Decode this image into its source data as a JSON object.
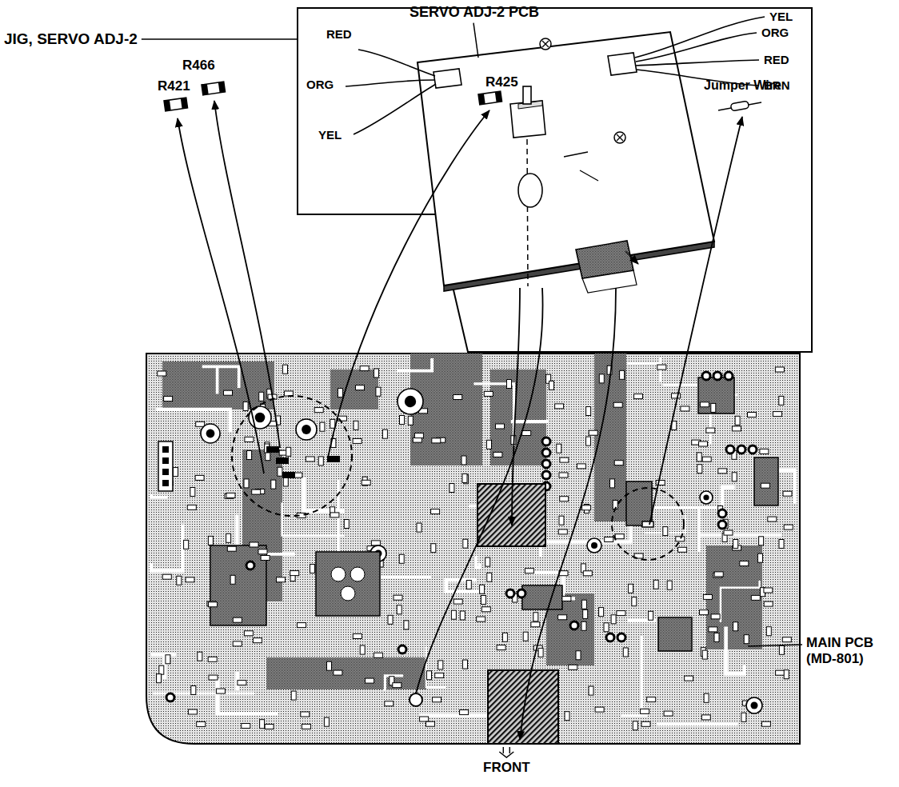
{
  "diagram": {
    "nodes": [
      {
        "text": [
          "JIG, SERVO ADJ-2"
        ]
      },
      {
        "text": [
          "SERVO ADJ-2 PCB"
        ],
        "in": 0
      },
      {
        "text": [
          "MAIN PCB (MD-801)"
        ]
      }
    ],
    "edges": [
      {
        "from": 1,
        "to": 2,
        "arrow": "to"
      },
      {
        "from": 1,
        "to": 2,
        "arrow": "none"
      },
      {
        "from": 1,
        "to": 2,
        "arrow": "to"
      }
    ],
    "labels": [
      "RED",
      "ORG",
      "YEL",
      "YEL",
      "ORG",
      "RED",
      "BRN",
      "R466",
      "R421",
      "R425",
      "Jumper Wire",
      "FRONT"
    ]
  }
}
